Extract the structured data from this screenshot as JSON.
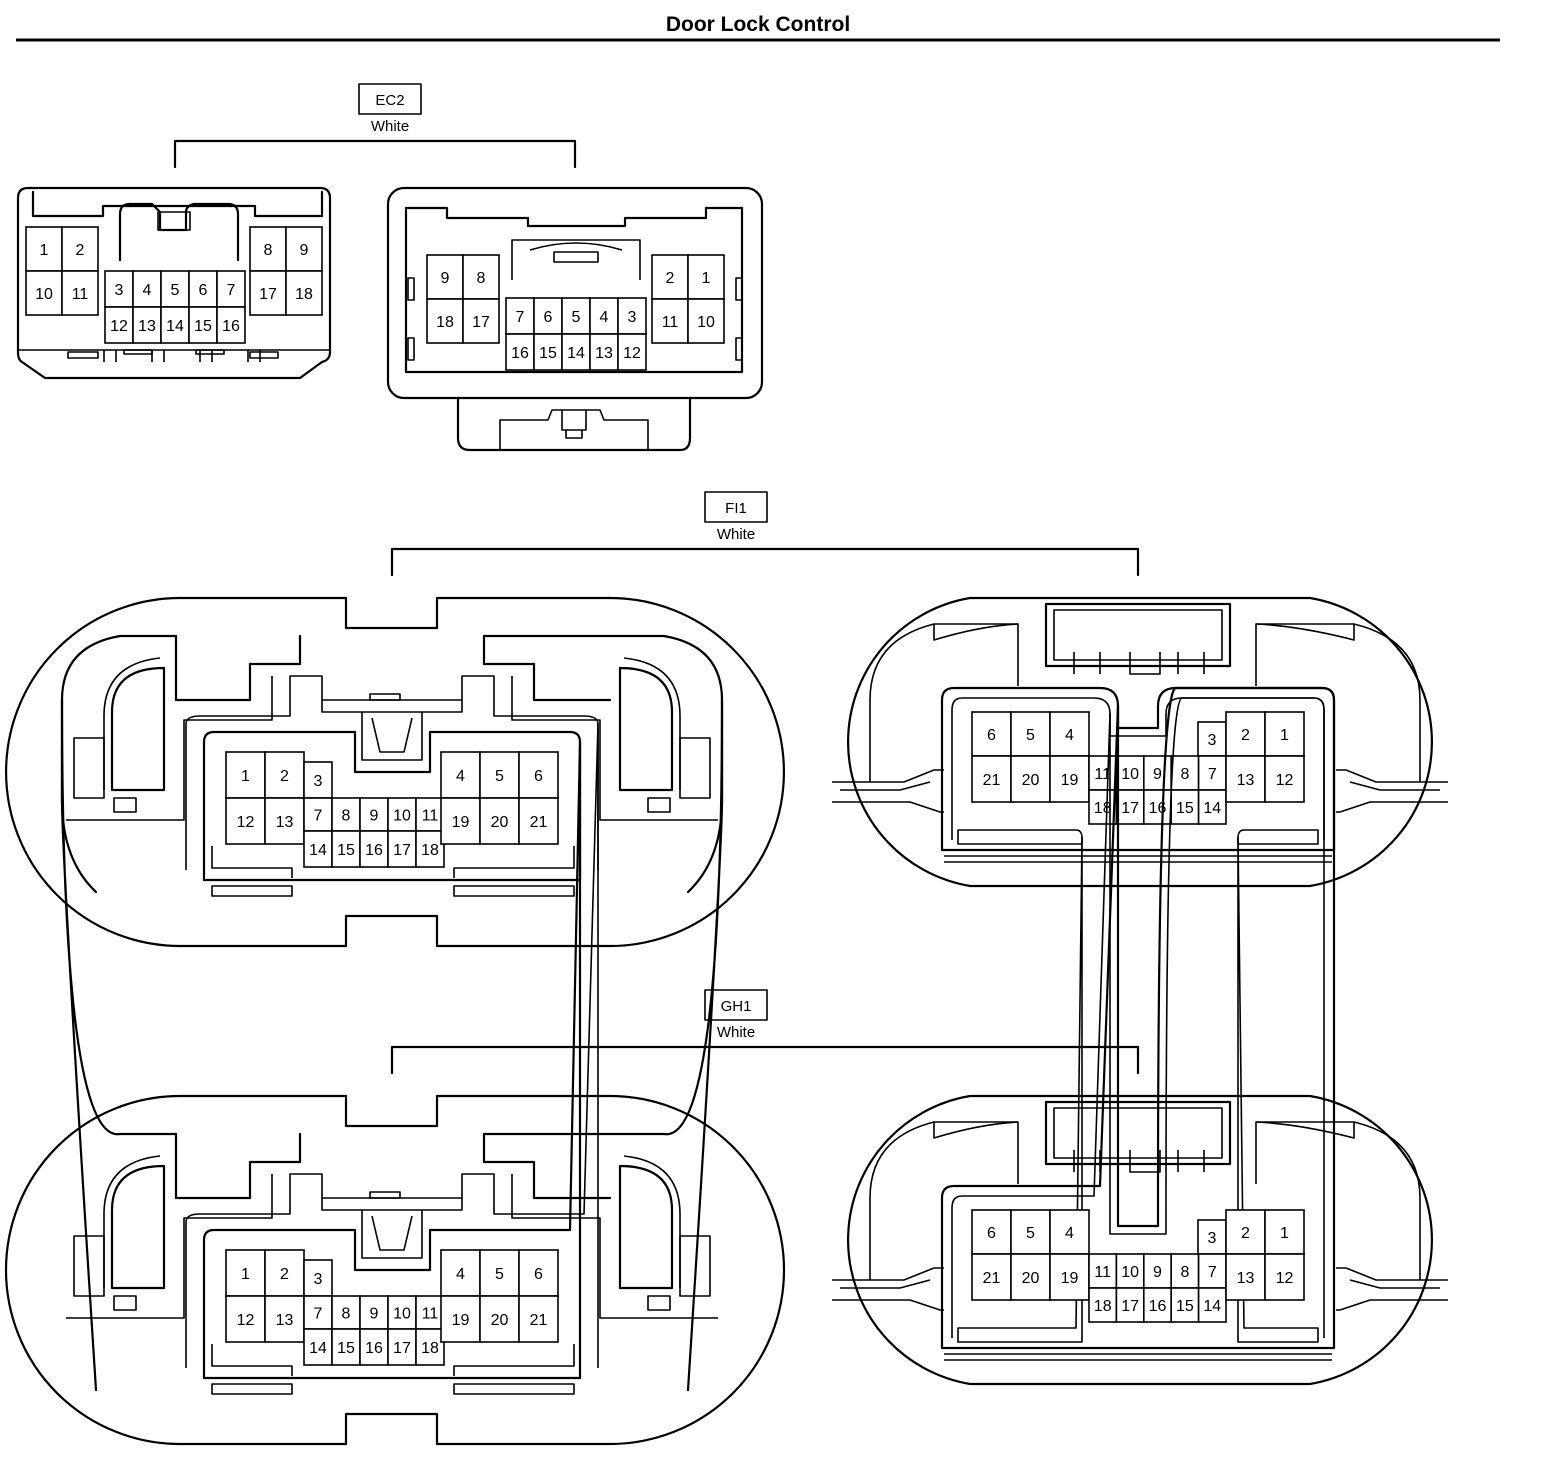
{
  "title": "Door Lock Control",
  "connectors": [
    {
      "id": "EC2",
      "color_label": "White",
      "views": [
        {
          "side": "left",
          "pins": [
            "1",
            "2",
            "10",
            "11",
            "3",
            "4",
            "5",
            "6",
            "7",
            "12",
            "13",
            "14",
            "15",
            "16",
            "8",
            "9",
            "17",
            "18"
          ]
        },
        {
          "side": "right",
          "pins": [
            "9",
            "8",
            "18",
            "17",
            "7",
            "6",
            "5",
            "4",
            "3",
            "16",
            "15",
            "14",
            "13",
            "12",
            "2",
            "1",
            "11",
            "10"
          ]
        }
      ]
    },
    {
      "id": "FI1",
      "color_label": "White",
      "views": [
        {
          "side": "left",
          "pins": [
            "1",
            "2",
            "12",
            "13",
            "3",
            "7",
            "8",
            "9",
            "10",
            "11",
            "14",
            "15",
            "16",
            "17",
            "18",
            "4",
            "5",
            "6",
            "19",
            "20",
            "21"
          ]
        },
        {
          "side": "right",
          "pins": [
            "6",
            "5",
            "4",
            "21",
            "20",
            "19",
            "3",
            "11",
            "10",
            "9",
            "8",
            "7",
            "18",
            "17",
            "16",
            "15",
            "14",
            "2",
            "1",
            "13",
            "12"
          ]
        }
      ]
    },
    {
      "id": "GH1",
      "color_label": "White",
      "views": [
        {
          "side": "left",
          "pins": [
            "1",
            "2",
            "12",
            "13",
            "3",
            "7",
            "8",
            "9",
            "10",
            "11",
            "14",
            "15",
            "16",
            "17",
            "18",
            "4",
            "5",
            "6",
            "19",
            "20",
            "21"
          ]
        },
        {
          "side": "right",
          "pins": [
            "6",
            "5",
            "4",
            "21",
            "20",
            "19",
            "3",
            "11",
            "10",
            "9",
            "8",
            "7",
            "18",
            "17",
            "16",
            "15",
            "14",
            "2",
            "1",
            "13",
            "12"
          ]
        }
      ]
    }
  ]
}
